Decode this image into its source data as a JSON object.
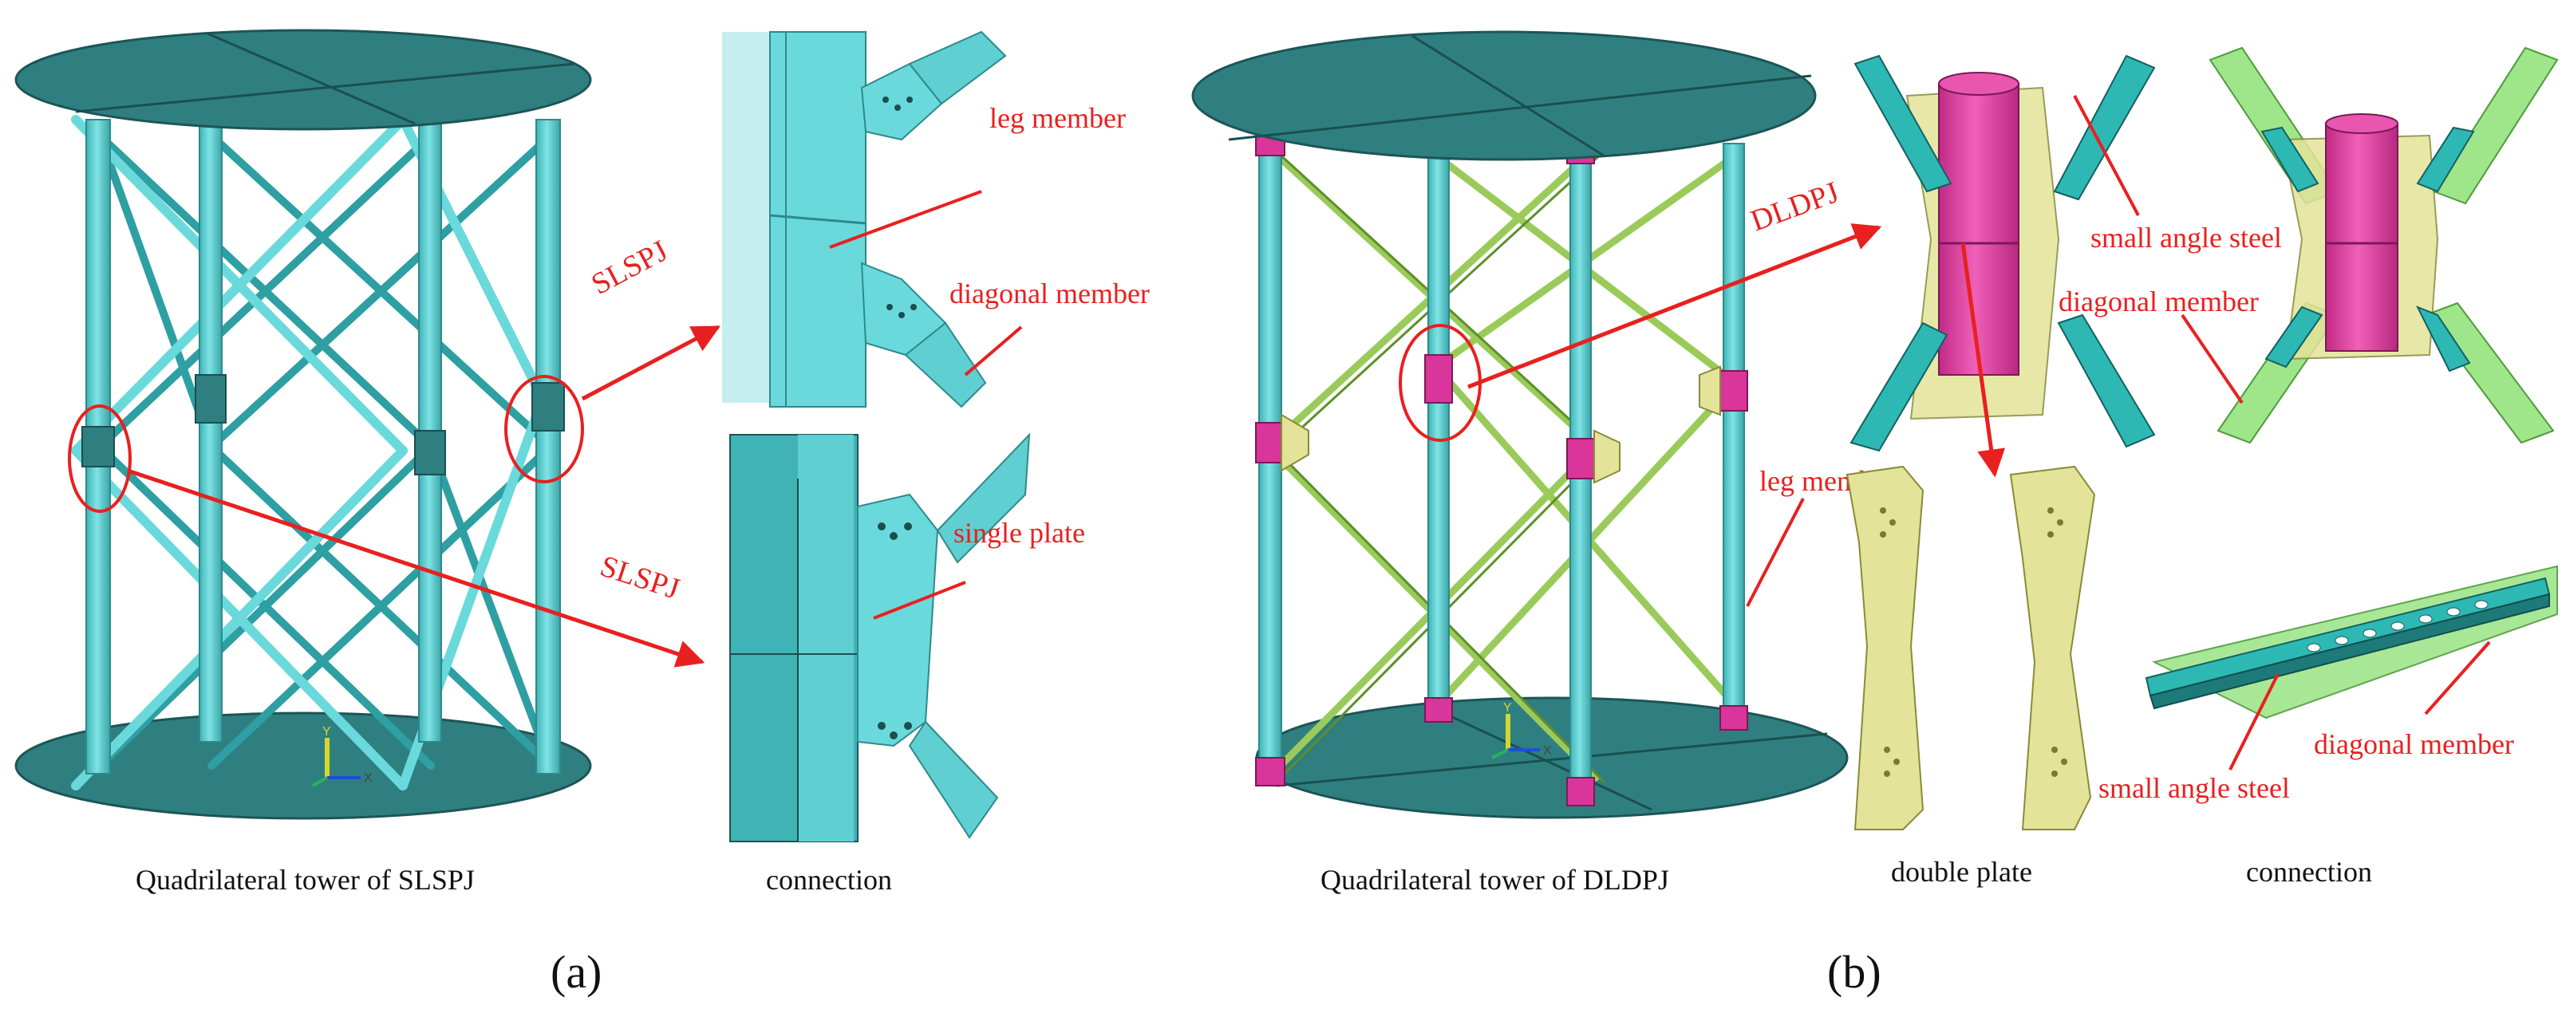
{
  "colors": {
    "teal": "#5fcfd1",
    "plate": "#2f7f80",
    "magenta": "#d9359a",
    "yellow": "#e3e39a",
    "green": "#9fe58a",
    "red": "#e8201f"
  },
  "panel_a": {
    "letter": "(a)",
    "tower_caption": "Quadrilateral tower of SLSPJ",
    "connection_caption": "connection",
    "arrow_label_top": "SLSPJ",
    "arrow_label_bottom": "SLSPJ",
    "label_leg": "leg member",
    "label_diagonal": "diagonal member",
    "label_single_plate": "single plate",
    "axis_y": "Y",
    "axis_x": "X"
  },
  "panel_b": {
    "letter": "(b)",
    "tower_caption": "Quadrilateral tower of DLDPJ",
    "double_plate_caption": "double plate",
    "connection_caption": "connection",
    "arrow_label": "DLDPJ",
    "label_small_angle_1": "small angle steel",
    "label_diagonal_1": "diagonal member",
    "label_leg": "leg member",
    "label_small_angle_2": "small angle steel",
    "label_diagonal_2": "diagonal member",
    "axis_y": "Y",
    "axis_x": "X"
  }
}
